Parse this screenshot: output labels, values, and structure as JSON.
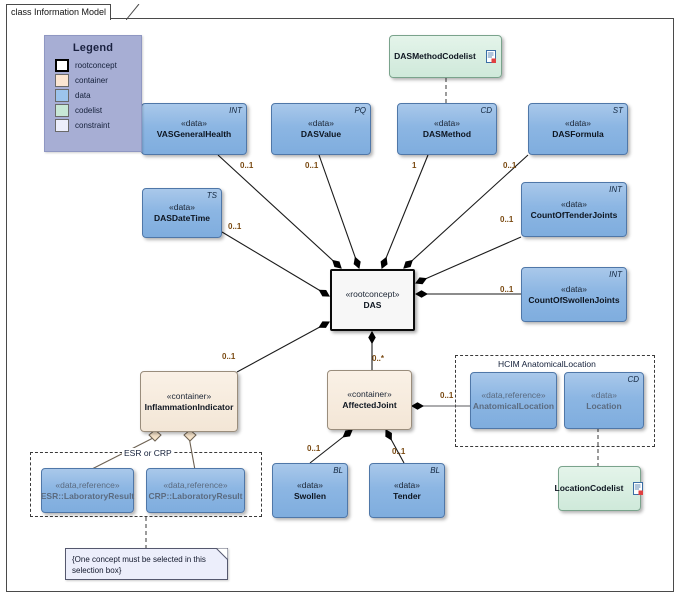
{
  "diagram": {
    "title": "class Information Model",
    "frame_border_color": "#4a4a4a"
  },
  "legend": {
    "title": "Legend",
    "items": [
      {
        "label": "rootconcept",
        "color": "#ffffff"
      },
      {
        "label": "container",
        "color": "#fbe6d2"
      },
      {
        "label": "data",
        "color": "#9cc4ec"
      },
      {
        "label": "codelist",
        "color": "#c8e8d6"
      },
      {
        "label": "constraint",
        "color": "#eceefb"
      }
    ]
  },
  "nodes": {
    "das_method_codelist": {
      "name": "DASMethodCodelist",
      "kind": "codelist",
      "icon": "document-icon"
    },
    "location_codelist": {
      "name": "LocationCodelist",
      "kind": "codelist",
      "icon": "document-icon"
    },
    "vas_general_health": {
      "stereotype": "«data»",
      "name": "VASGeneralHealth",
      "type": "INT",
      "kind": "data"
    },
    "das_value": {
      "stereotype": "«data»",
      "name": "DASValue",
      "type": "PQ",
      "kind": "data"
    },
    "das_method": {
      "stereotype": "«data»",
      "name": "DASMethod",
      "type": "CD",
      "kind": "data"
    },
    "das_formula": {
      "stereotype": "«data»",
      "name": "DASFormula",
      "type": "ST",
      "kind": "data"
    },
    "das_date_time": {
      "stereotype": "«data»",
      "name": "DASDateTime",
      "type": "TS",
      "kind": "data"
    },
    "count_tender": {
      "stereotype": "«data»",
      "name": "CountOfTenderJoints",
      "type": "INT",
      "kind": "data"
    },
    "count_swollen": {
      "stereotype": "«data»",
      "name": "CountOfSwollenJoints",
      "type": "INT",
      "kind": "data"
    },
    "das": {
      "stereotype": "«rootconcept»",
      "name": "DAS",
      "kind": "rootconcept"
    },
    "inflammation_indicator": {
      "stereotype": "«container»",
      "name": "InflammationIndicator",
      "kind": "container"
    },
    "affected_joint": {
      "stereotype": "«container»",
      "name": "AffectedJoint",
      "kind": "container"
    },
    "esr_lab": {
      "stereotype": "«data,reference»",
      "name": "ESR::LaboratoryResult",
      "kind": "data-reference"
    },
    "crp_lab": {
      "stereotype": "«data,reference»",
      "name": "CRP::LaboratoryResult",
      "kind": "data-reference"
    },
    "swollen": {
      "stereotype": "«data»",
      "name": "Swollen",
      "type": "BL",
      "kind": "data"
    },
    "tender": {
      "stereotype": "«data»",
      "name": "Tender",
      "type": "BL",
      "kind": "data"
    },
    "anatomical_location": {
      "stereotype": "«data,reference»",
      "name": "AnatomicalLocation",
      "kind": "data-reference"
    },
    "location": {
      "stereotype": "«data»",
      "name": "Location",
      "type": "CD",
      "kind": "data"
    }
  },
  "groups": {
    "esr_or_crp": {
      "label": "ESR or CRP"
    },
    "hcim_anatomical_location": {
      "label": "HCIM AnatomicalLocation"
    }
  },
  "note": {
    "text": "{One concept must be selected in this selection box}"
  },
  "multiplicities": {
    "vas_general_health": "0..1",
    "das_value": "0..1",
    "das_method": "1",
    "das_formula": "0..1",
    "das_date_time": "0..1",
    "count_tender": "0..1",
    "count_swollen": "0..1",
    "inflammation_indicator": "0..1",
    "affected_joint": "0..*",
    "swollen": "0..1",
    "tender": "0..1",
    "anatomical_location": "0..1"
  }
}
